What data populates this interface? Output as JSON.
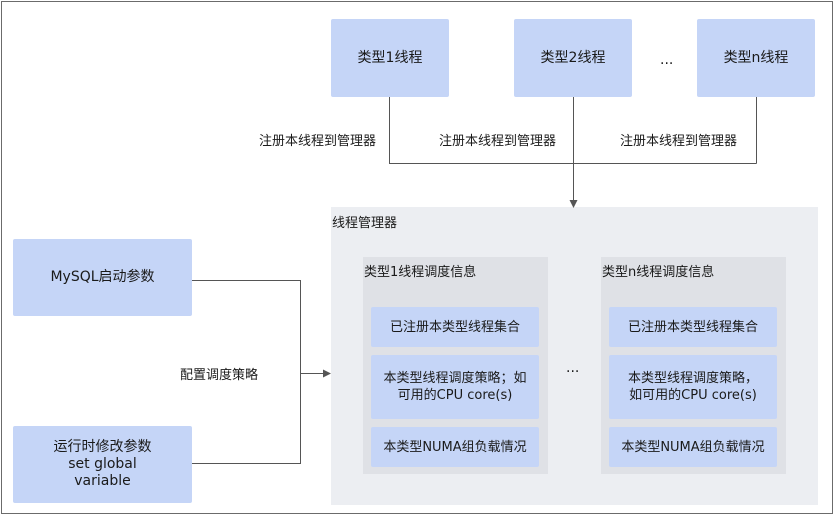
{
  "thread_types": [
    {
      "label": "类型1线程",
      "register_label": "注册本线程到管理器"
    },
    {
      "label": "类型2线程",
      "register_label": "注册本线程到管理器"
    },
    {
      "label": "类型n线程",
      "register_label": "注册本线程到管理器"
    }
  ],
  "thread_types_ellipsis": "...",
  "thread_manager": {
    "title": "线程管理器",
    "groups": [
      {
        "title": "类型1线程调度信息",
        "items": [
          "已注册本类型线程集合",
          "本类型线程调度策略；如\n可用的CPU core(s)",
          "本类型NUMA组负载情况"
        ]
      },
      {
        "title": "类型n线程调度信息",
        "items": [
          "已注册本类型线程集合",
          "本类型线程调度策略，\n如可用的CPU core(s)",
          "本类型NUMA组负载情况"
        ]
      }
    ],
    "groups_ellipsis": "..."
  },
  "inputs": {
    "startup_params": "MySQL启动参数",
    "runtime_params": "运行时修改参数\nset global\nvariable",
    "config_label": "配置调度策略"
  },
  "colors": {
    "box_fill": "#c5d5f7",
    "panel_fill": "#eceef2",
    "group_fill": "#dfe1e6",
    "line": "#555555"
  }
}
